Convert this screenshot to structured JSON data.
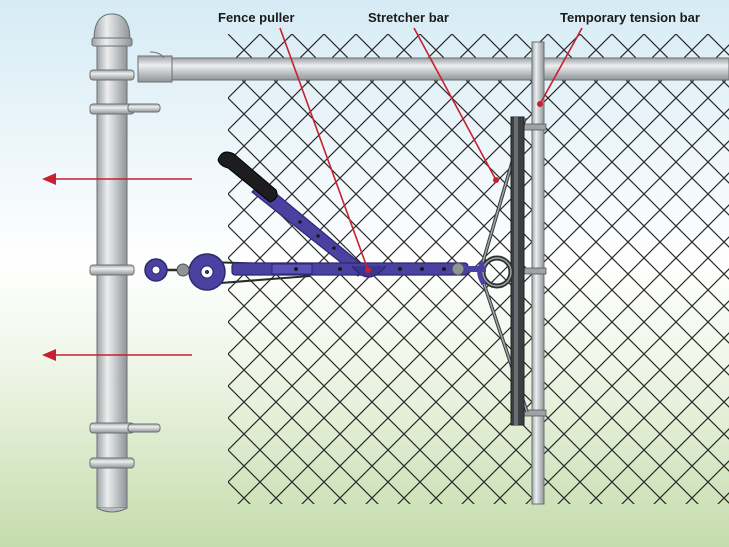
{
  "labels": {
    "fence_puller": "Fence puller",
    "stretcher_bar": "Stretcher bar",
    "temporary_tension_bar": "Temporary tension bar"
  },
  "colors": {
    "sky_top": "#d6ebf5",
    "ground": "#c4dcab",
    "pipe": "#c9ccce",
    "pipe_stroke": "#6b7072",
    "puller": "#4a41a0",
    "puller_dark": "#2e2870",
    "leader": "#c8202f",
    "arrow": "#c8202f",
    "mesh": "#2a2a2a"
  },
  "icons": {
    "pull_arrows": "arrow-left-icon"
  }
}
